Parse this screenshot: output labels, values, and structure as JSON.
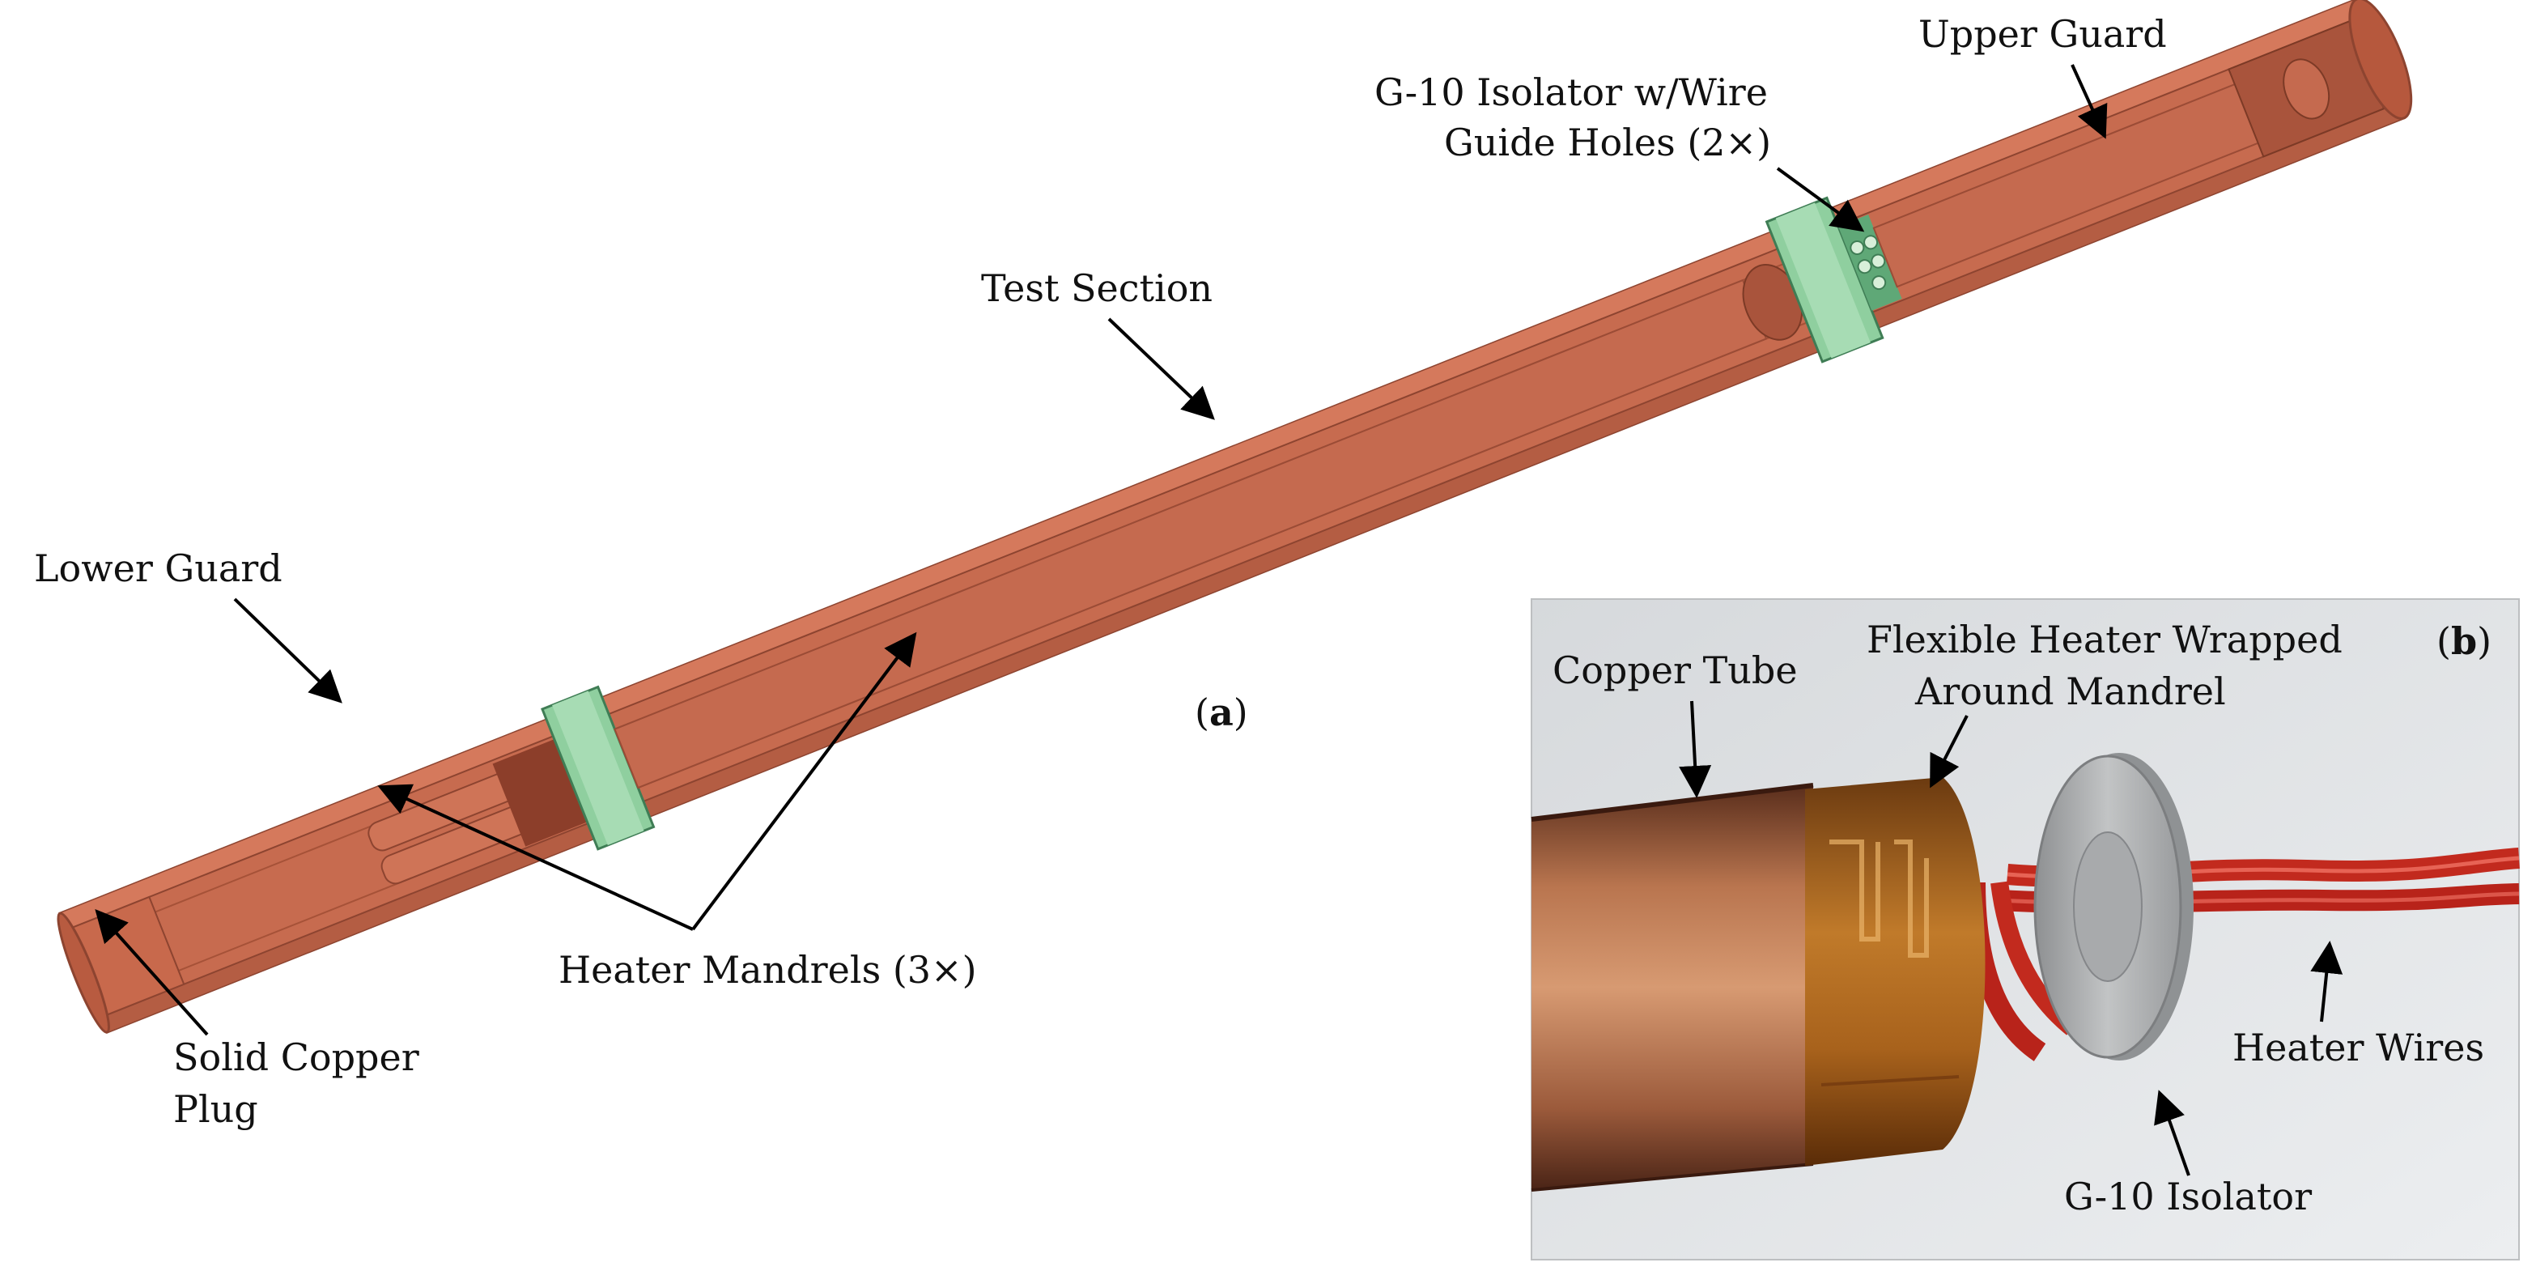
{
  "figure": {
    "panel_a": {
      "tag_open": "(",
      "tag_letter": "a",
      "tag_close": ")",
      "labels": {
        "upper_guard": "Upper Guard",
        "g10_line1": "G-10 Isolator w/Wire",
        "g10_line2": "Guide Holes (2×)",
        "test_section": "Test Section",
        "lower_guard": "Lower Guard",
        "heater_mandrels": "Heater Mandrels (3×)",
        "solid_copper_line1": "Solid Copper",
        "solid_copper_line2": "Plug"
      }
    },
    "panel_b": {
      "tag_open": "(",
      "tag_letter": "b",
      "tag_close": ")",
      "labels": {
        "copper_tube": "Copper Tube",
        "flex_line1": "Flexible Heater Wrapped",
        "flex_line2": "Around Mandrel",
        "heater_wires": "Heater Wires",
        "g10_isolator": "G-10 Isolator"
      }
    },
    "colors": {
      "copper": "#c56a4f",
      "copper_dark": "#9e4d37",
      "copper_light": "#d98468",
      "g10_green": "#8fcf9f",
      "g10_dark": "#5fa877",
      "photo_bg": "#e2e4e6"
    }
  }
}
